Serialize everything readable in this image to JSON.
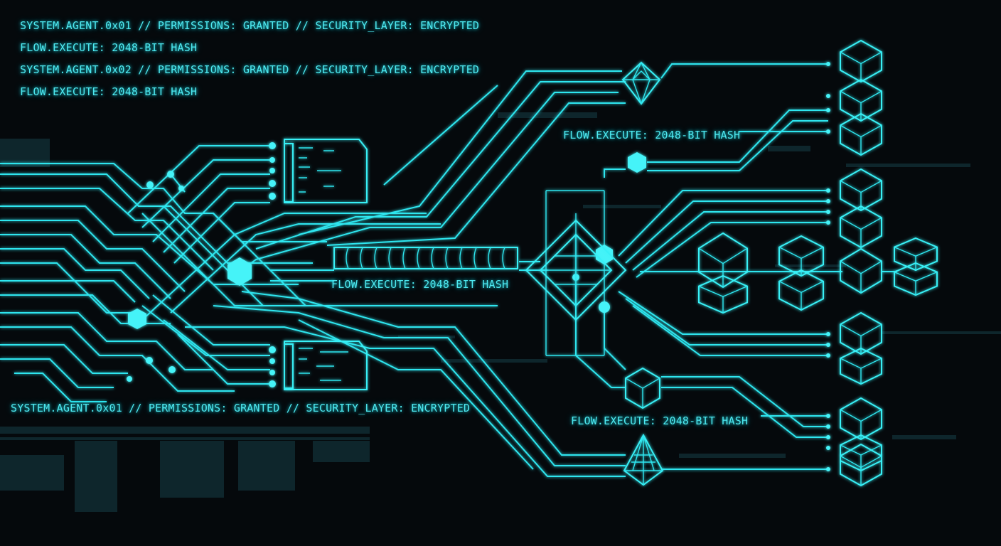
{
  "header": {
    "line_1": "SYSTEM.AGENT.0x01 // PERMISSIONS: GRANTED // SECURITY_LAYER: ENCRYPTED",
    "line_2": "FLOW.EXECUTE: 2048-BIT HASH",
    "line_3": "SYSTEM.AGENT.0x02 // PERMISSIONS: GRANTED // SECURITY_LAYER: ENCRYPTED",
    "line_4": "FLOW.EXECUTE: 2048-BIT HASH"
  },
  "labels": {
    "upper_right": "FLOW.EXECUTE: 2048-BIT HASH",
    "center": "FLOW.EXECUTE: 2048-BIT HASH",
    "lower_right": "FLOW.EXECUTE: 2048-BIT HASH"
  },
  "footer": {
    "line_1": "SYSTEM.AGENT.0x01 // PERMISSIONS: GRANTED // SECURITY_LAYER: ENCRYPTED"
  },
  "colors": {
    "background": "#05090c",
    "accent": "#2ee6ef",
    "glow": "#45f3f8"
  },
  "icons": [
    "hexagon-node-icon",
    "cube-stack-icon",
    "wireframe-crystal-icon",
    "wireframe-pyramid-icon",
    "chip-module-icon"
  ]
}
